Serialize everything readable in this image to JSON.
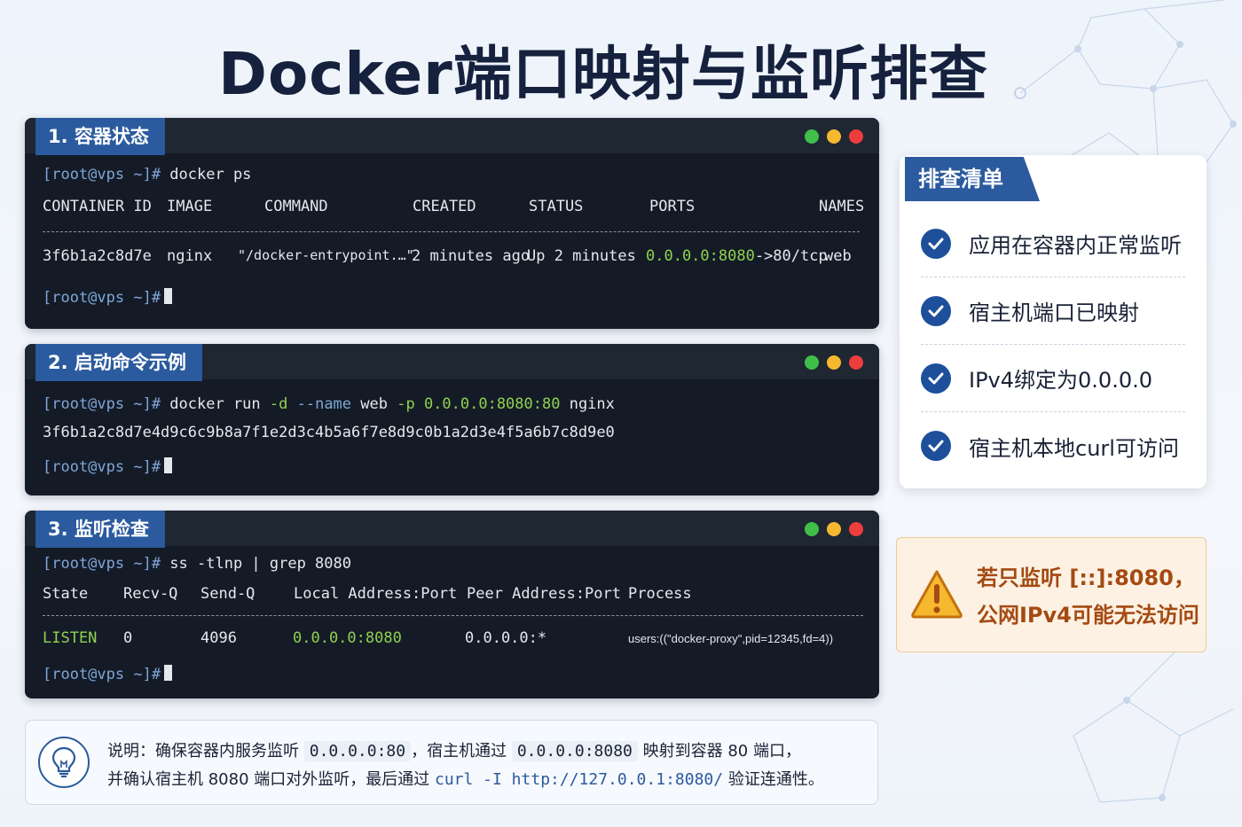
{
  "title": "Docker端口映射与监听排查",
  "panel1": {
    "tab": "1. 容器状态",
    "prompt": "[root@vps ~]#",
    "command": " docker ps",
    "headers": [
      "CONTAINER ID",
      "IMAGE",
      "COMMAND",
      "CREATED",
      "STATUS",
      "PORTS",
      "NAMES"
    ],
    "row": {
      "container_id": "3f6b1a2c8d7e",
      "image": "nginx",
      "command": "\"/docker-entrypoint.…\"",
      "created": "2 minutes ago",
      "status": "Up 2 minutes",
      "ports_host": "0.0.0.0:8080",
      "ports_rest": "->80/tcp",
      "names": "web"
    }
  },
  "panel2": {
    "tab": "2. 启动命令示例",
    "prompt": "[root@vps ~]#",
    "cmd_docker": " docker run ",
    "cmd_flag_d": "-d",
    "cmd_flag_name": " --name",
    "cmd_name": " web ",
    "cmd_flag_p": "-p",
    "cmd_port": " 0.0.0.0:8080:80",
    "cmd_image": " nginx",
    "output": "3f6b1a2c8d7e4d9c6c9b8a7f1e2d3c4b5a6f7e8d9c0b1a2d3e4f5a6b7c8d9e0"
  },
  "panel3": {
    "tab": "3. 监听检查",
    "prompt": "[root@vps ~]#",
    "command": " ss -tlnp | grep 8080",
    "headers": [
      "State",
      "Recv-Q",
      "Send-Q",
      "Local Address:Port",
      "Peer Address:Port",
      "Process"
    ],
    "row": {
      "state": "LISTEN",
      "recvq": "0",
      "sendq": "4096",
      "local": "0.0.0.0:8080",
      "peer": "0.0.0.0:*",
      "process": "users:((\"docker-proxy\",pid=12345,fd=4))"
    }
  },
  "checklist": {
    "title": "排查清单",
    "items": [
      "应用在容器内正常监听",
      "宿主机端口已映射",
      "IPv4绑定为0.0.0.0",
      "宿主机本地curl可访问"
    ]
  },
  "warning": {
    "line1": "若只监听 [::]:8080，",
    "line2": "公网IPv4可能无法访问"
  },
  "note": {
    "p1": "说明：确保容器内服务监听 ",
    "c1": "0.0.0.0:80",
    "p2": "，宿主机通过 ",
    "c2": "0.0.0.0:8080",
    "p3": " 映射到容器 80 端口，",
    "p4": "并确认宿主机 8080 端口对外监听，最后通过 ",
    "c3": "curl -I http://127.0.0.1:8080/",
    "p5": " 验证连通性。"
  }
}
